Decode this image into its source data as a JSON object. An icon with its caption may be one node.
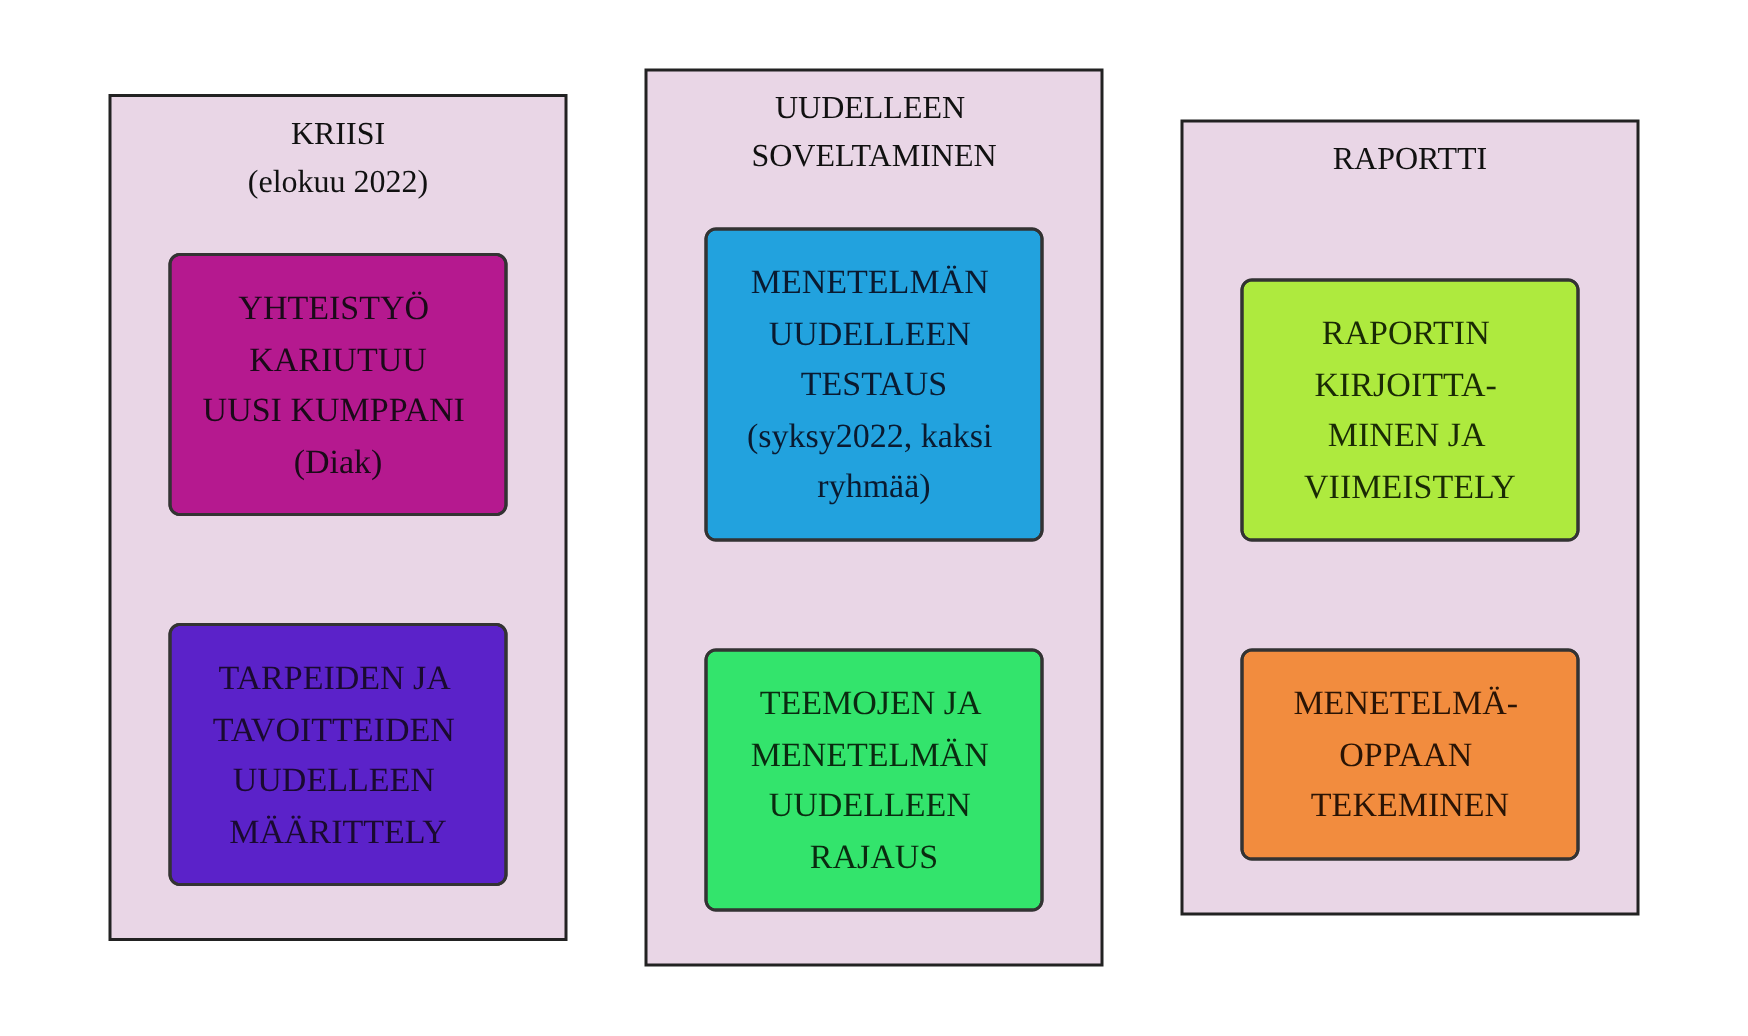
{
  "diagram": {
    "nodes": [
      {
        "text": [
          "KRIISI",
          "(elokuu 2022)"
        ]
      },
      {
        "text": [
          "YHTEISTYÖ KARIUTUU",
          "UUSI KUMPPANI (Diak)"
        ],
        "in": 0
      },
      {
        "text": [
          "TARPEIDEN JA TAVOITTEIDEN UUDELLEEN MÄÄRITTELY"
        ],
        "in": 0
      },
      {
        "text": [
          "UUDELLEEN SOVELTAMINEN"
        ]
      },
      {
        "text": [
          "MENETELMÄN UUDELLEEN TESTAUS",
          "(syksy2022, kaksi ryhmää)"
        ],
        "in": 3
      },
      {
        "text": [
          "TEEMOJEN JA MENETELMÄN UUDELLEEN RAJAUS"
        ],
        "in": 3
      },
      {
        "text": [
          "RAPORTTI"
        ]
      },
      {
        "text": [
          "RAPORTIN KIRJOITTA- MINEN JA VIIMEISTELY"
        ],
        "in": 6
      },
      {
        "text": [
          "MENETELMÄ- OPPAAN TEKEMINEN"
        ],
        "in": 6
      }
    ]
  }
}
